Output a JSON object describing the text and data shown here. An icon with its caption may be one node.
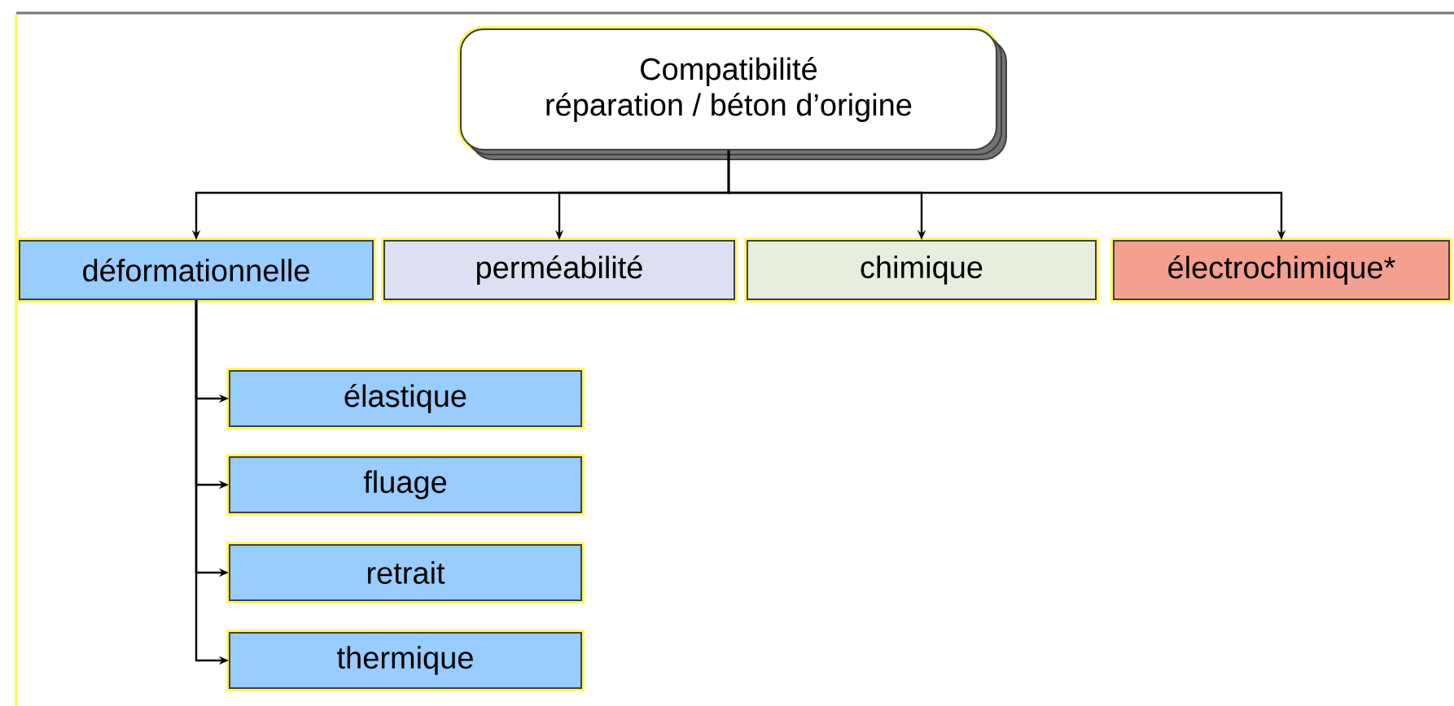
{
  "diagram": {
    "nodes": [
      {
        "text": [
          "Compatibilité",
          "réparation / béton d’origine"
        ]
      },
      {
        "text": [
          "déformationnelle"
        ]
      },
      {
        "text": [
          "perméabilité"
        ]
      },
      {
        "text": [
          "chimique"
        ]
      },
      {
        "text": [
          "électrochimique*"
        ]
      },
      {
        "text": [
          "élastique"
        ]
      },
      {
        "text": [
          "fluage"
        ]
      },
      {
        "text": [
          "retrait"
        ]
      },
      {
        "text": [
          "thermique"
        ]
      }
    ],
    "edges": [
      {
        "from": 0,
        "to": 1,
        "arrow": "to"
      },
      {
        "from": 0,
        "to": 2,
        "arrow": "to"
      },
      {
        "from": 0,
        "to": 3,
        "arrow": "to"
      },
      {
        "from": 0,
        "to": 4,
        "arrow": "to"
      },
      {
        "from": 1,
        "to": 5,
        "arrow": "to"
      },
      {
        "from": 1,
        "to": 6,
        "arrow": "to"
      },
      {
        "from": 1,
        "to": 7,
        "arrow": "to"
      },
      {
        "from": 1,
        "to": 8,
        "arrow": "to"
      }
    ]
  }
}
